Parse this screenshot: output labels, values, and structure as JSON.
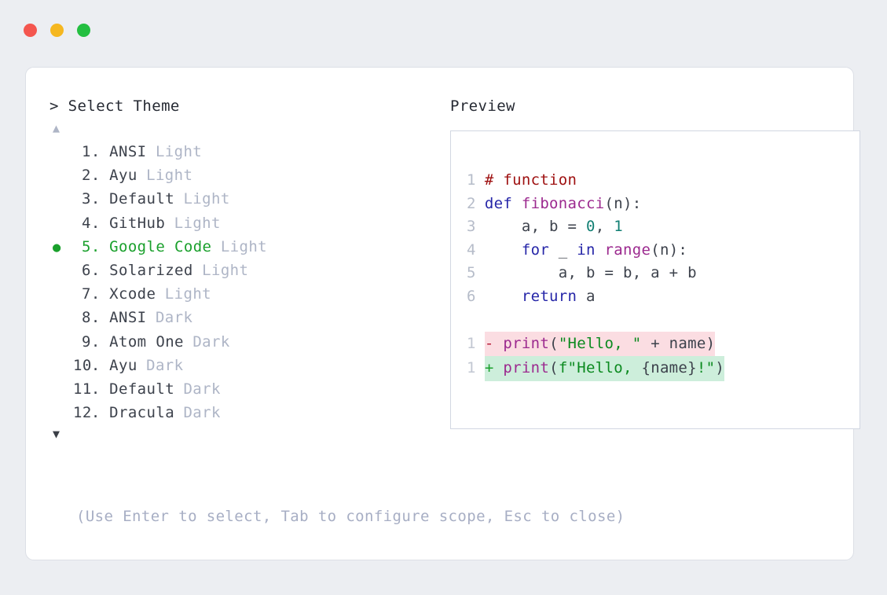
{
  "window": {
    "traffic_lights": [
      {
        "name": "close-button",
        "color": "#f4564f"
      },
      {
        "name": "minimize-button",
        "color": "#f5b720"
      },
      {
        "name": "maximize-button",
        "color": "#24bf41"
      }
    ]
  },
  "colors": {
    "page_background": "#eceef2",
    "card_background": "#ffffff",
    "card_border": "#dcdfe6",
    "panel_border": "#d2d7e2",
    "accent_selected": "#1aa02c",
    "text_primary": "#3d424c",
    "text_muted": "#aeb5c6",
    "hint_text": "#a7aec4",
    "diff_removed_bg": "#fbdde2",
    "diff_added_bg": "#cdeedb"
  },
  "selector": {
    "prompt": "> Select Theme",
    "scroll_up_indicator": "▲",
    "scroll_down_indicator": "▼",
    "selected_index": 5,
    "selected_bullet": "●",
    "items": [
      {
        "number": "1",
        "name": "ANSI",
        "variant": "Light",
        "selected": false
      },
      {
        "number": "2",
        "name": "Ayu",
        "variant": "Light",
        "selected": false
      },
      {
        "number": "3",
        "name": "Default",
        "variant": "Light",
        "selected": false
      },
      {
        "number": "4",
        "name": "GitHub",
        "variant": "Light",
        "selected": false
      },
      {
        "number": "5",
        "name": "Google Code",
        "variant": "Light",
        "selected": true
      },
      {
        "number": "6",
        "name": "Solarized",
        "variant": "Light",
        "selected": false
      },
      {
        "number": "7",
        "name": "Xcode",
        "variant": "Light",
        "selected": false
      },
      {
        "number": "8",
        "name": "ANSI",
        "variant": "Dark",
        "selected": false
      },
      {
        "number": "9",
        "name": "Atom One",
        "variant": "Dark",
        "selected": false
      },
      {
        "number": "10",
        "name": "Ayu",
        "variant": "Dark",
        "selected": false
      },
      {
        "number": "11",
        "name": "Default",
        "variant": "Dark",
        "selected": false
      },
      {
        "number": "12",
        "name": "Dracula",
        "variant": "Dark",
        "selected": false
      }
    ]
  },
  "preview": {
    "label": "Preview",
    "code_lines": [
      {
        "gutter": "1",
        "tokens": [
          {
            "t": "# function",
            "c": "tok-comment"
          }
        ]
      },
      {
        "gutter": "2",
        "tokens": [
          {
            "t": "def",
            "c": "tok-kw"
          },
          {
            "t": " ",
            "c": "tok-plain"
          },
          {
            "t": "fibonacci",
            "c": "tok-fn"
          },
          {
            "t": "(n):",
            "c": "tok-plain"
          }
        ]
      },
      {
        "gutter": "3",
        "tokens": [
          {
            "t": "    a, b = ",
            "c": "tok-plain"
          },
          {
            "t": "0",
            "c": "tok-num"
          },
          {
            "t": ", ",
            "c": "tok-plain"
          },
          {
            "t": "1",
            "c": "tok-num"
          }
        ]
      },
      {
        "gutter": "4",
        "tokens": [
          {
            "t": "    ",
            "c": "tok-plain"
          },
          {
            "t": "for",
            "c": "tok-kw"
          },
          {
            "t": " _ ",
            "c": "tok-plain"
          },
          {
            "t": "in",
            "c": "tok-kw"
          },
          {
            "t": " ",
            "c": "tok-plain"
          },
          {
            "t": "range",
            "c": "tok-fn"
          },
          {
            "t": "(n):",
            "c": "tok-plain"
          }
        ]
      },
      {
        "gutter": "5",
        "tokens": [
          {
            "t": "        a, b = b, a + b",
            "c": "tok-plain"
          }
        ]
      },
      {
        "gutter": "6",
        "tokens": [
          {
            "t": "    ",
            "c": "tok-plain"
          },
          {
            "t": "return",
            "c": "tok-kw"
          },
          {
            "t": " a",
            "c": "tok-plain"
          }
        ]
      }
    ],
    "diff_lines": [
      {
        "gutter": "1",
        "kind": "removed",
        "marker": "-",
        "tokens": [
          {
            "t": "print",
            "c": "tok-fn"
          },
          {
            "t": "(",
            "c": "tok-plain"
          },
          {
            "t": "\"Hello, \"",
            "c": "tok-str"
          },
          {
            "t": " + name)",
            "c": "tok-plain"
          }
        ]
      },
      {
        "gutter": "1",
        "kind": "added",
        "marker": "+",
        "tokens": [
          {
            "t": "print",
            "c": "tok-fn"
          },
          {
            "t": "(",
            "c": "tok-plain"
          },
          {
            "t": "f\"Hello, ",
            "c": "tok-str"
          },
          {
            "t": "{name}",
            "c": "tok-plain"
          },
          {
            "t": "!\"",
            "c": "tok-str"
          },
          {
            "t": ")",
            "c": "tok-plain"
          }
        ]
      }
    ]
  },
  "footer": {
    "hint": "(Use Enter to select, Tab to configure scope, Esc to close)"
  }
}
